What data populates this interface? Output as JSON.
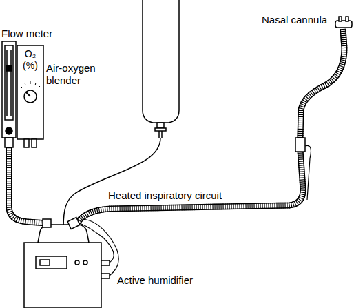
{
  "diagram": {
    "labels": [
      "Flow meter",
      "O₂ (%)",
      "Air-oxygen blender",
      "Nasal cannula",
      "Heated inspiratory circuit",
      "Active humidifier"
    ]
  }
}
